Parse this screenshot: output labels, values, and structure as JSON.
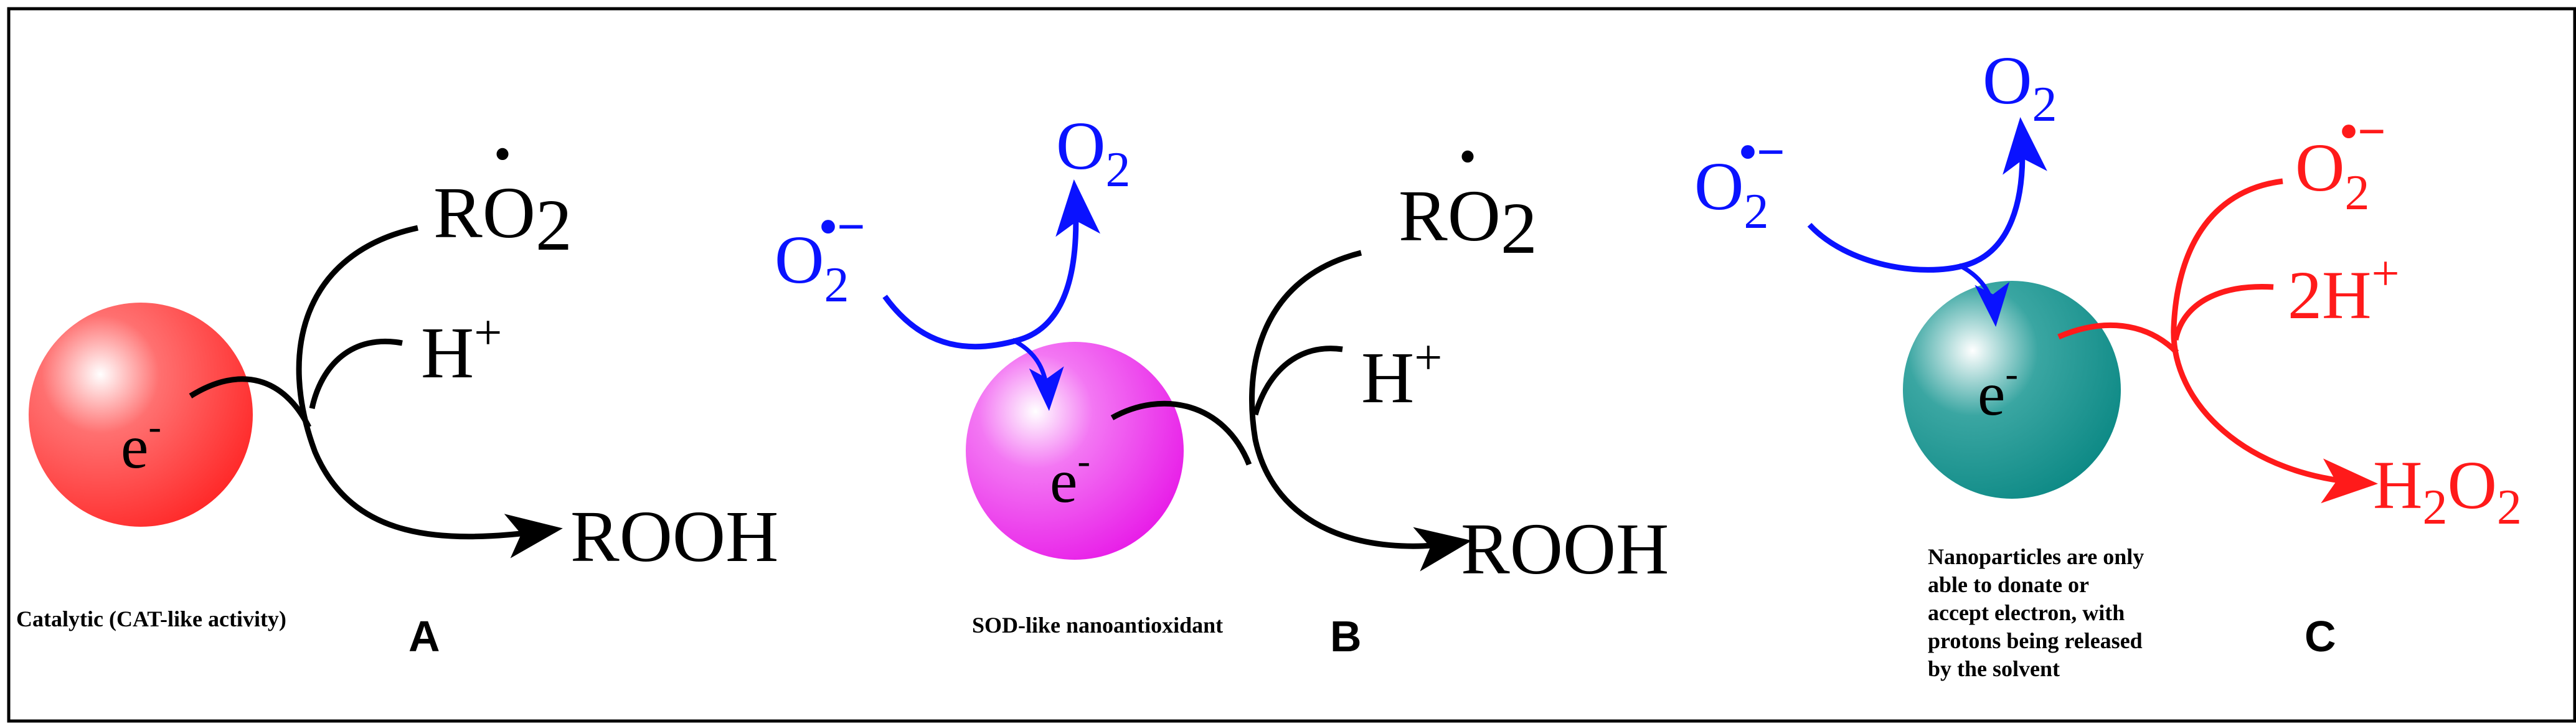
{
  "panels": [
    {
      "id": "A",
      "panel_label": "A",
      "caption": "Catalytic (CAT-like activity)",
      "electron": {
        "base": "e",
        "sup": "-"
      },
      "sphere_color": "#ff2a2a",
      "arrow_color": "#000000",
      "reactants": [
        {
          "base": "RO",
          "sub": "2",
          "sup": "•"
        },
        {
          "base": "H",
          "sup": "+"
        }
      ],
      "product": {
        "base": "ROOH"
      }
    },
    {
      "id": "B",
      "panel_label": "B",
      "caption": "SOD-like nanoantioxidant",
      "electron": {
        "base": "e",
        "sup": "-"
      },
      "sphere_color": "#e81ee8",
      "arrow_color": "#000000",
      "side_color": "#0a12ff",
      "side_in": {
        "base": "O",
        "sub": "2",
        "sup": "•−"
      },
      "side_out": {
        "base": "O",
        "sub": "2"
      },
      "reactants": [
        {
          "base": "RO",
          "sub": "2",
          "sup": "•"
        },
        {
          "base": "H",
          "sup": "+"
        }
      ],
      "product": {
        "base": "ROOH"
      }
    },
    {
      "id": "C",
      "panel_label": "C",
      "caption_lines": [
        "Nanoparticles are only",
        "able to donate or",
        "accept electron, with",
        "protons being released",
        "by the solvent"
      ],
      "electron": {
        "base": "e",
        "sup": "-"
      },
      "sphere_color": "#0e8a86",
      "arrow_color": "#ff1a1a",
      "side_color": "#0a12ff",
      "side_in": {
        "base": "O",
        "sub": "2",
        "sup": "•−"
      },
      "side_out": {
        "base": "O",
        "sub": "2"
      },
      "reactants": [
        {
          "base": "O",
          "sub": "2",
          "sup": "•−"
        },
        {
          "base": "2H",
          "sup": "+"
        }
      ],
      "product": {
        "base": "H",
        "sub": "2",
        "base2": "O",
        "sub2": "2"
      }
    }
  ]
}
